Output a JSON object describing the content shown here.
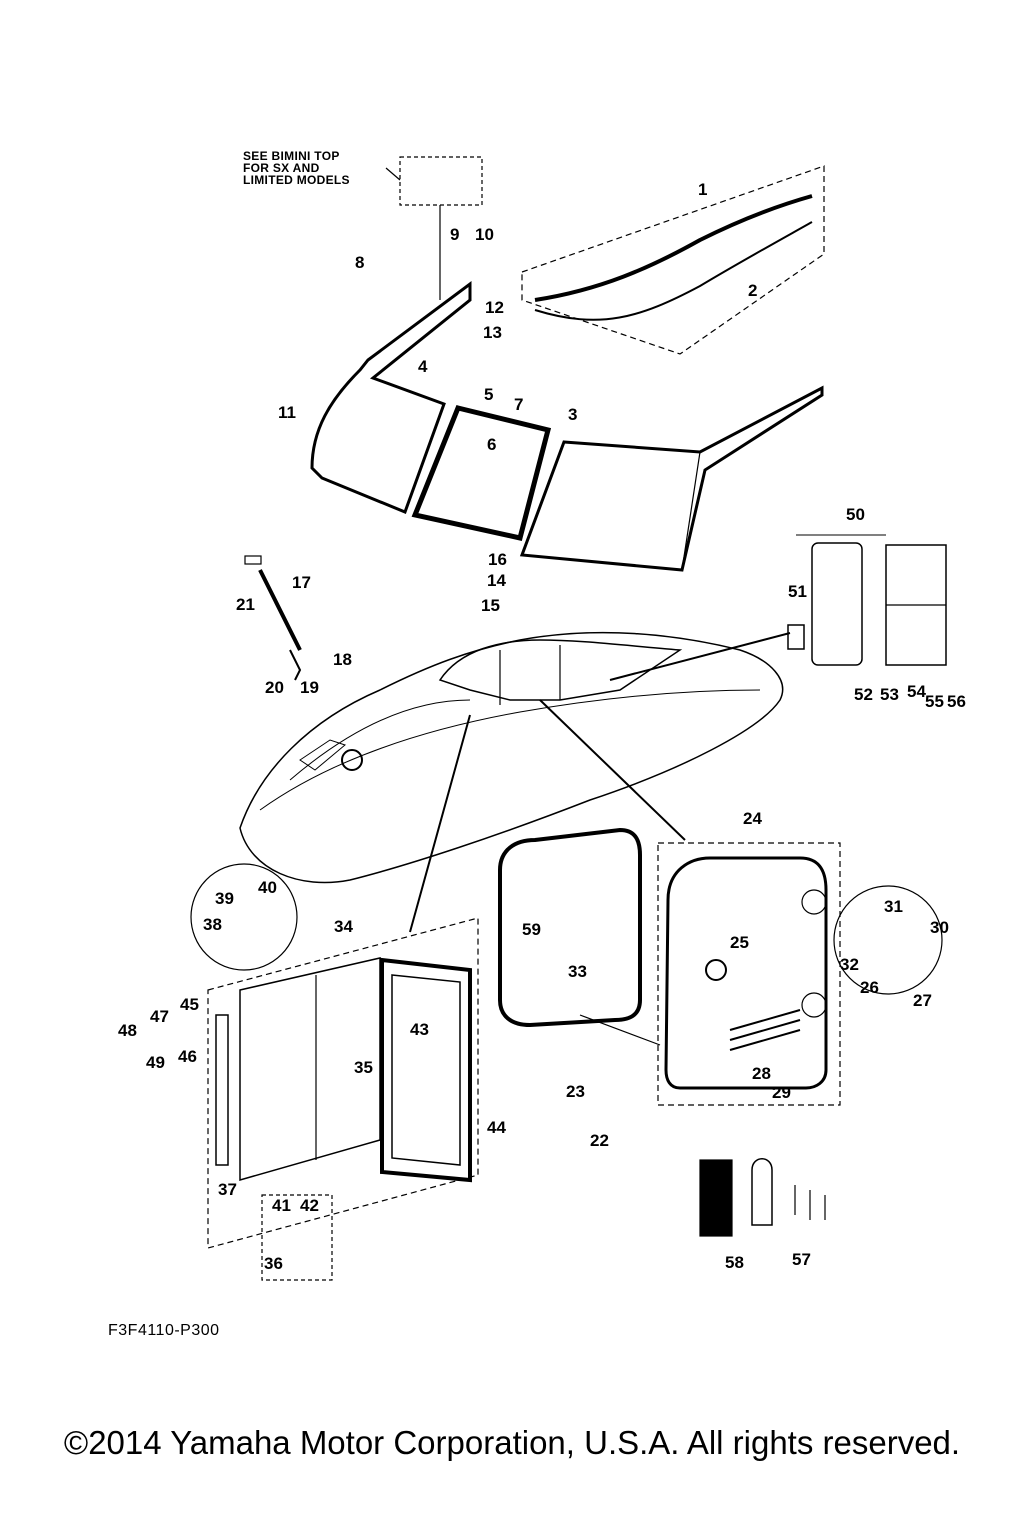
{
  "note": {
    "line1": "SEE BIMINI TOP",
    "line2": "FOR SX AND",
    "line3": "LIMITED MODELS"
  },
  "callouts": [
    "1",
    "2",
    "3",
    "4",
    "5",
    "6",
    "7",
    "8",
    "9",
    "10",
    "11",
    "12",
    "13",
    "14",
    "15",
    "16",
    "17",
    "18",
    "19",
    "20",
    "21",
    "22",
    "23",
    "24",
    "25",
    "26",
    "27",
    "28",
    "29",
    "30",
    "31",
    "32",
    "33",
    "34",
    "35",
    "36",
    "37",
    "38",
    "39",
    "40",
    "41",
    "42",
    "43",
    "44",
    "45",
    "46",
    "47",
    "48",
    "49",
    "50",
    "51",
    "52",
    "53",
    "54",
    "55",
    "56",
    "57",
    "58",
    "59"
  ],
  "diagram_code": "F3F4110-P300",
  "copyright": "©2014 Yamaha Motor Corporation, U.S.A. All rights reserved."
}
